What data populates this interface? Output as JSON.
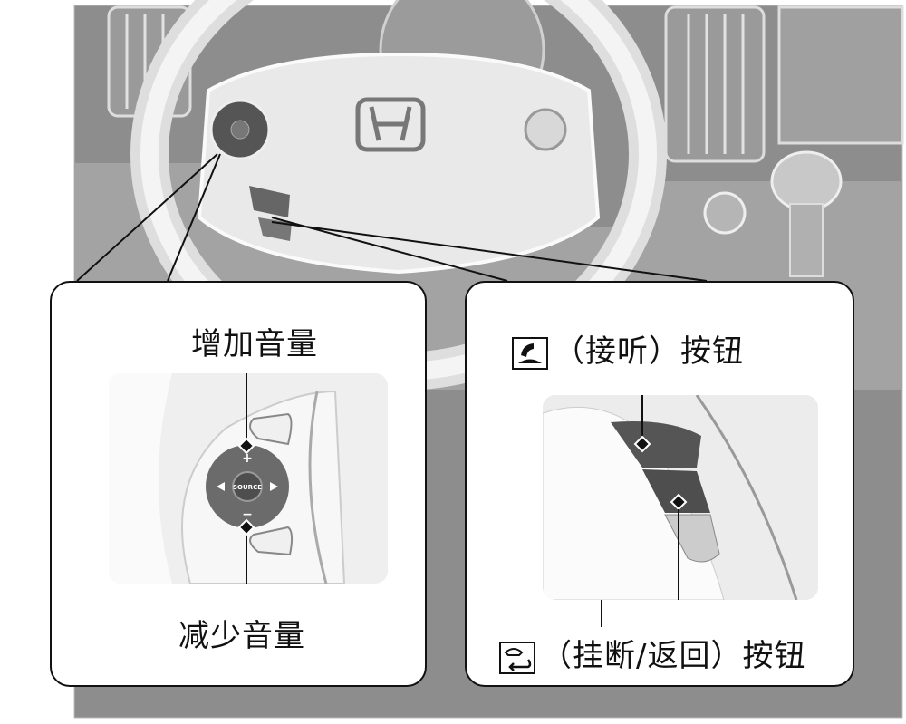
{
  "volume_panel": {
    "increase_label": "增加音量",
    "decrease_label": "减少音量",
    "source_button": "SOURCE",
    "plus_symbol": "+",
    "minus_symbol": "−"
  },
  "phone_panel": {
    "answer_label": "（接听）按钮",
    "hangup_label": "（挂断/返回）按钮",
    "answer_icon": "phone-pickup-icon",
    "hangup_icon": "phone-hangup-back-icon"
  },
  "colors": {
    "background_gray": "#8d8d8d",
    "outline": "#111111"
  }
}
